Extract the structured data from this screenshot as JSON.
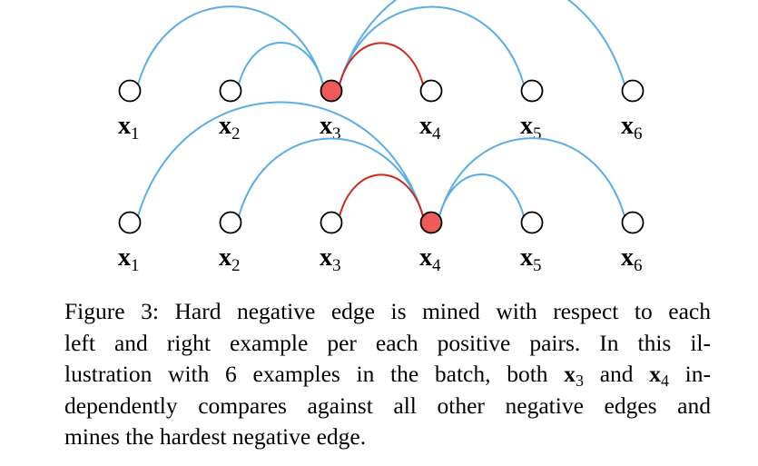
{
  "colors": {
    "anchor_fill": "#ee5a57",
    "node_stroke": "#000000",
    "positive_edge": "#cc2a1e",
    "negative_edge": "#5aaee5"
  },
  "nodes": [
    {
      "var": "x",
      "sub": "1"
    },
    {
      "var": "x",
      "sub": "2"
    },
    {
      "var": "x",
      "sub": "3"
    },
    {
      "var": "x",
      "sub": "4"
    },
    {
      "var": "x",
      "sub": "5"
    },
    {
      "var": "x",
      "sub": "6"
    }
  ],
  "rows": [
    {
      "anchor": 3,
      "positive_edges": [
        [
          3,
          4
        ]
      ],
      "negative_edges": [
        [
          1,
          3
        ],
        [
          2,
          3
        ],
        [
          3,
          5
        ],
        [
          3,
          6
        ]
      ]
    },
    {
      "anchor": 4,
      "positive_edges": [
        [
          3,
          4
        ]
      ],
      "negative_edges": [
        [
          1,
          4
        ],
        [
          2,
          4
        ],
        [
          4,
          5
        ],
        [
          4,
          6
        ]
      ]
    }
  ],
  "caption": {
    "lines": [
      [
        {
          "t": "Figure 3: Hard negative edge is mined with respect to each"
        }
      ],
      [
        {
          "t": "left and right example per each positive pairs.  In this il-"
        }
      ],
      [
        {
          "t": "lustration with 6 examples in the batch, both "
        },
        {
          "m": "x",
          "s": "3"
        },
        {
          "t": " and "
        },
        {
          "m": "x",
          "s": "4"
        },
        {
          "t": " in-"
        }
      ],
      [
        {
          "t": "dependently compares against all other negative edges and"
        }
      ],
      [
        {
          "t": "mines the hardest negative edge."
        }
      ]
    ]
  }
}
